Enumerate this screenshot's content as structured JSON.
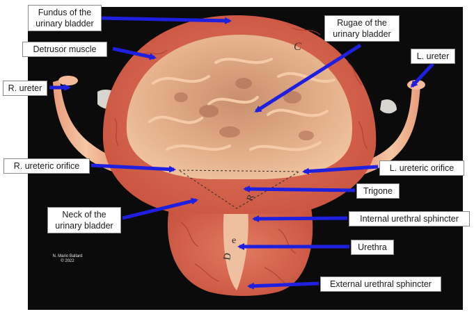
{
  "labels": {
    "fundus": [
      "Fundus of the",
      "urinary bladder"
    ],
    "detrusor": "Detrusor muscle",
    "rugae": [
      "Rugae of the",
      "urinary bladder"
    ],
    "l_ureter": "L. ureter",
    "r_ureter": "R. ureter",
    "r_orifice": "R. ureteric orifice",
    "l_orifice": "L. ureteric orifice",
    "trigone": "Trigone",
    "neck": [
      "Neck of the",
      "urinary bladder"
    ],
    "internal_sphincter": "Internal urethral sphincter",
    "urethra": "Urethra",
    "external_sphincter": "External urethral sphincter"
  },
  "credit": [
    "N. Mario Ballard",
    "© 2022"
  ],
  "model_markings": {
    "fundus_letter": "C",
    "trigone_letter": "R",
    "urethra_letters": [
      "e",
      "D"
    ]
  },
  "colors": {
    "background": "#0b0b0b",
    "arrow": "#1f1fe0",
    "muscle": "#d9664f",
    "lumen": "#e8b690",
    "ureter": "#f0b08c"
  }
}
